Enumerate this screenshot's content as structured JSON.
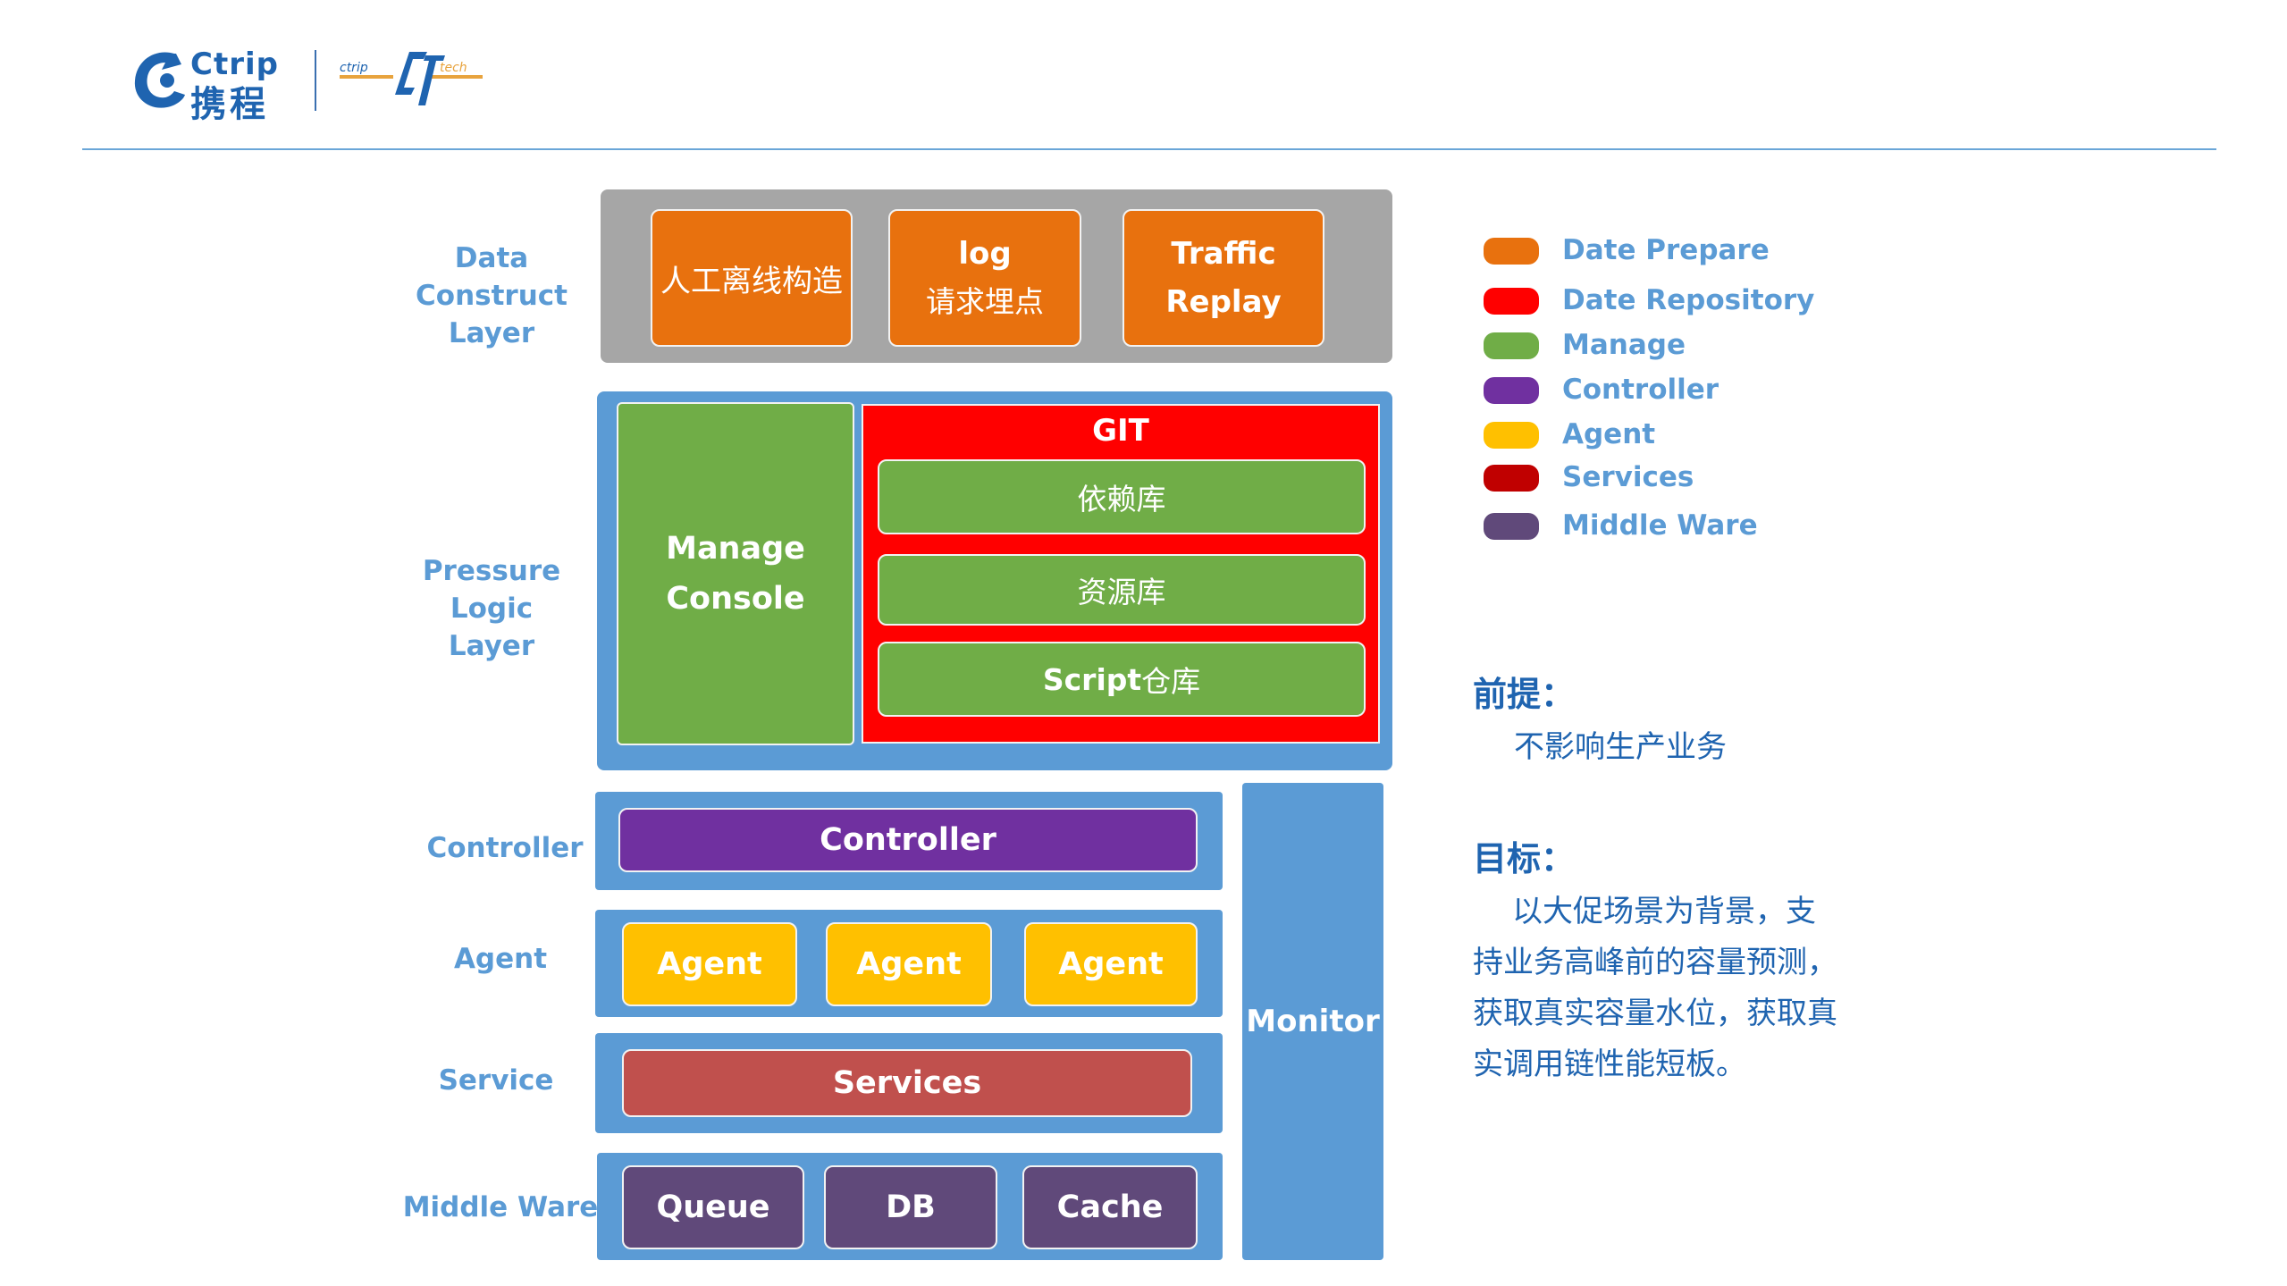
{
  "header": {
    "logo_ctrip_en": "Ctrip",
    "logo_ctrip_cn": "携程",
    "logo_tech": "ctrip tech"
  },
  "layers": {
    "data_construct": "Data Construct\nLayer",
    "pressure_logic": "Pressure Logic\nLayer",
    "controller": "Controller",
    "agent": "Agent",
    "service": "Service",
    "middle_ware": "Middle Ware"
  },
  "data_construct": {
    "box1": "人工离线构造",
    "box2_line1": "log",
    "box2_line2": "请求埋点",
    "box3_line1": "Traffic",
    "box3_line2": "Replay"
  },
  "pressure_logic": {
    "manage_console_line1": "Manage",
    "manage_console_line2": "Console",
    "git_title": "GIT",
    "repo1": "依赖库",
    "repo2": "资源库",
    "repo3_en": "Script",
    "repo3_cn": "仓库"
  },
  "controller": {
    "label": "Controller"
  },
  "agents": [
    "Agent",
    "Agent",
    "Agent"
  ],
  "services": {
    "label": "Services"
  },
  "middleware": [
    "Queue",
    "DB",
    "Cache"
  ],
  "monitor": {
    "label": "Monitor"
  },
  "legend": [
    {
      "label": "Date Prepare",
      "color": "#e8710e"
    },
    {
      "label": "Date Repository",
      "color": "#ff0000"
    },
    {
      "label": "Manage",
      "color": "#70ad47"
    },
    {
      "label": "Controller",
      "color": "#7030a0"
    },
    {
      "label": "Agent",
      "color": "#ffc000"
    },
    {
      "label": "Services",
      "color": "#c00000"
    },
    {
      "label": "Middle Ware",
      "color": "#60497a"
    }
  ],
  "notes": {
    "premise_title": "前提：",
    "premise_body": "不影响生产业务",
    "goal_title": "目标：",
    "goal_line1": "以大促场景为背景，支",
    "goal_line2": "持业务高峰前的容量预测，",
    "goal_line3": "获取真实容量水位，获取真",
    "goal_line4": "实调用链性能短板。"
  }
}
